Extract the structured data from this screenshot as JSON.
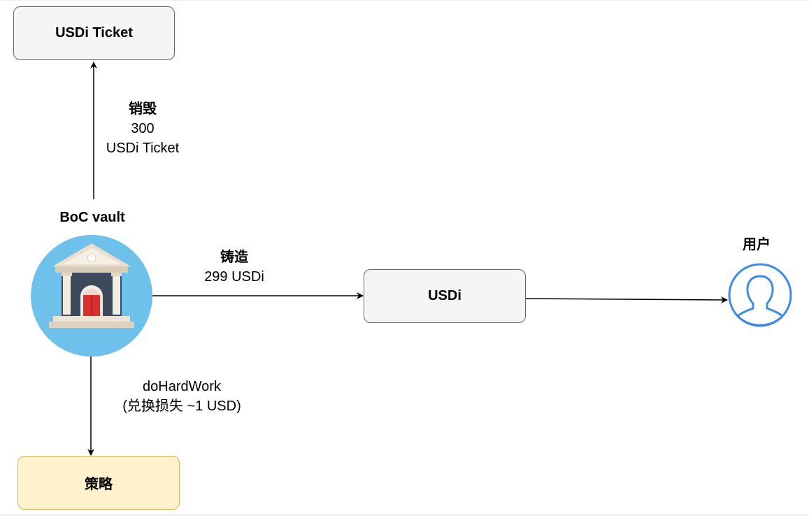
{
  "nodes": {
    "ticket_box": "USDi Ticket",
    "usdi_box": "USDi",
    "strategy_box": "策略",
    "vault_label": "BoC vault",
    "user_label": "用户"
  },
  "edges": {
    "burn": {
      "title": "销毁",
      "line1": "300",
      "line2": "USDi Ticket"
    },
    "mint": {
      "title": "铸造",
      "line1": "299 USDi"
    },
    "hardwork": {
      "line1": "doHardWork",
      "line2": "(兑换损失 ~1 USD)"
    }
  },
  "icons": {
    "vault": "bank-building-icon",
    "user": "user-avatar-icon"
  },
  "colors": {
    "vault_circle": "#6ec1ea",
    "user_stroke": "#3d8be2",
    "yellow_fill": "#fff2cc",
    "yellow_stroke": "#d6b656",
    "grey_fill": "#f5f5f5",
    "grey_stroke": "#666666"
  }
}
